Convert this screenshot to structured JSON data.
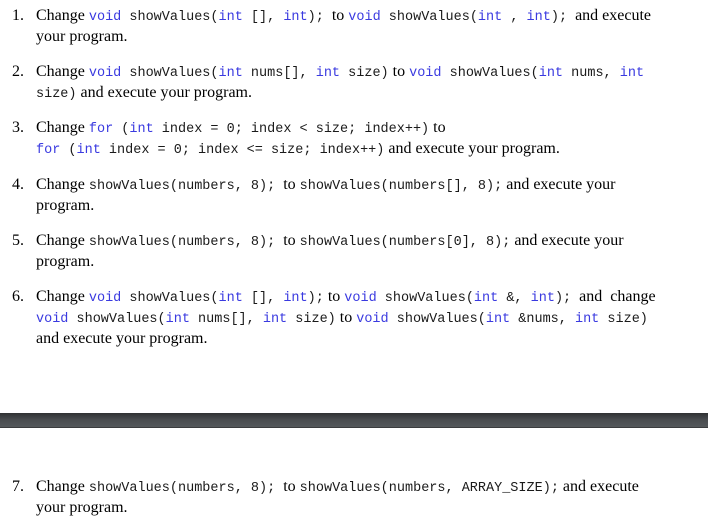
{
  "items": [
    {
      "number": "1.",
      "lines": [
        [
          {
            "t": "Change ",
            "c": "text"
          },
          {
            "t": "void",
            "c": "kw"
          },
          {
            "t": " showValues(",
            "c": "code"
          },
          {
            "t": "int",
            "c": "kw"
          },
          {
            "t": " [], ",
            "c": "code"
          },
          {
            "t": "int",
            "c": "kw"
          },
          {
            "t": ");",
            "c": "code"
          },
          {
            "t": "  to ",
            "c": "text"
          },
          {
            "t": "void",
            "c": "kw"
          },
          {
            "t": " showValues(",
            "c": "code"
          },
          {
            "t": "int",
            "c": "kw"
          },
          {
            "t": " , ",
            "c": "code"
          },
          {
            "t": "int",
            "c": "kw"
          },
          {
            "t": ");",
            "c": "code"
          },
          {
            "t": "  and execute",
            "c": "text"
          }
        ],
        [
          {
            "t": "your program.",
            "c": "text"
          }
        ]
      ]
    },
    {
      "number": "2.",
      "lines": [
        [
          {
            "t": "Change ",
            "c": "text"
          },
          {
            "t": "void",
            "c": "kw"
          },
          {
            "t": " showValues(",
            "c": "code"
          },
          {
            "t": "int",
            "c": "kw"
          },
          {
            "t": " nums[], ",
            "c": "code"
          },
          {
            "t": "int",
            "c": "kw"
          },
          {
            "t": " size)",
            "c": "code"
          },
          {
            "t": " to ",
            "c": "text"
          },
          {
            "t": "void",
            "c": "kw"
          },
          {
            "t": " showValues(",
            "c": "code"
          },
          {
            "t": "int",
            "c": "kw"
          },
          {
            "t": " nums, ",
            "c": "code"
          },
          {
            "t": "int",
            "c": "kw"
          }
        ],
        [
          {
            "t": "size)",
            "c": "code"
          },
          {
            "t": " and execute your program.",
            "c": "text"
          }
        ]
      ]
    },
    {
      "number": "3.",
      "lines": [
        [
          {
            "t": "Change ",
            "c": "text"
          },
          {
            "t": "for",
            "c": "kw"
          },
          {
            "t": " (",
            "c": "code"
          },
          {
            "t": "int",
            "c": "kw"
          },
          {
            "t": " index = 0; index < size; index++)",
            "c": "code"
          },
          {
            "t": " to",
            "c": "text"
          }
        ],
        [
          {
            "t": "for",
            "c": "kw"
          },
          {
            "t": " (",
            "c": "code"
          },
          {
            "t": "int",
            "c": "kw"
          },
          {
            "t": " index = 0; index <= size; index++)",
            "c": "code"
          },
          {
            "t": " and execute your program.",
            "c": "text"
          }
        ]
      ]
    },
    {
      "number": "4.",
      "lines": [
        [
          {
            "t": "Change ",
            "c": "text"
          },
          {
            "t": "showValues(numbers, 8);",
            "c": "code"
          },
          {
            "t": "  to ",
            "c": "text"
          },
          {
            "t": "showValues(numbers[], 8);",
            "c": "code"
          },
          {
            "t": " and execute your",
            "c": "text"
          }
        ],
        [
          {
            "t": "program.",
            "c": "text"
          }
        ]
      ]
    },
    {
      "number": "5.",
      "lines": [
        [
          {
            "t": "Change ",
            "c": "text"
          },
          {
            "t": "showValues(numbers, 8);",
            "c": "code"
          },
          {
            "t": "  to ",
            "c": "text"
          },
          {
            "t": "showValues(numbers[0], 8);",
            "c": "code"
          },
          {
            "t": " and execute your",
            "c": "text"
          }
        ],
        [
          {
            "t": "program.",
            "c": "text"
          }
        ]
      ]
    },
    {
      "number": "6.",
      "lines": [
        [
          {
            "t": "Change ",
            "c": "text"
          },
          {
            "t": "void",
            "c": "kw"
          },
          {
            "t": " showValues(",
            "c": "code"
          },
          {
            "t": "int",
            "c": "kw"
          },
          {
            "t": " [], ",
            "c": "code"
          },
          {
            "t": "int",
            "c": "kw"
          },
          {
            "t": ");",
            "c": "code"
          },
          {
            "t": " to ",
            "c": "text"
          },
          {
            "t": "void",
            "c": "kw"
          },
          {
            "t": " showValues(",
            "c": "code"
          },
          {
            "t": "int",
            "c": "kw"
          },
          {
            "t": " &, ",
            "c": "code"
          },
          {
            "t": "int",
            "c": "kw"
          },
          {
            "t": ");",
            "c": "code"
          },
          {
            "t": "  and  change",
            "c": "text"
          }
        ],
        [
          {
            "t": "void",
            "c": "kw"
          },
          {
            "t": " showValues(",
            "c": "code"
          },
          {
            "t": "int",
            "c": "kw"
          },
          {
            "t": " nums[], ",
            "c": "code"
          },
          {
            "t": "int",
            "c": "kw"
          },
          {
            "t": " size)",
            "c": "code"
          },
          {
            "t": " to ",
            "c": "text"
          },
          {
            "t": "void",
            "c": "kw"
          },
          {
            "t": " showValues(",
            "c": "code"
          },
          {
            "t": "int",
            "c": "kw"
          },
          {
            "t": " &nums, ",
            "c": "code"
          },
          {
            "t": "int",
            "c": "kw"
          },
          {
            "t": " size)",
            "c": "code"
          }
        ],
        [
          {
            "t": "and execute your program.",
            "c": "text"
          }
        ]
      ]
    },
    {
      "number": "7.",
      "lines": [
        [
          {
            "t": "Change ",
            "c": "text"
          },
          {
            "t": "showValues(numbers, 8);",
            "c": "code"
          },
          {
            "t": "  to ",
            "c": "text"
          },
          {
            "t": "showValues(numbers, ARRAY_SIZE);",
            "c": "code"
          },
          {
            "t": " and execute",
            "c": "text"
          }
        ],
        [
          {
            "t": "your program.",
            "c": "text"
          }
        ]
      ]
    }
  ],
  "colors": {
    "keyword": "#3a3ae0",
    "text": "#000000",
    "divider": "#4a4d50"
  }
}
